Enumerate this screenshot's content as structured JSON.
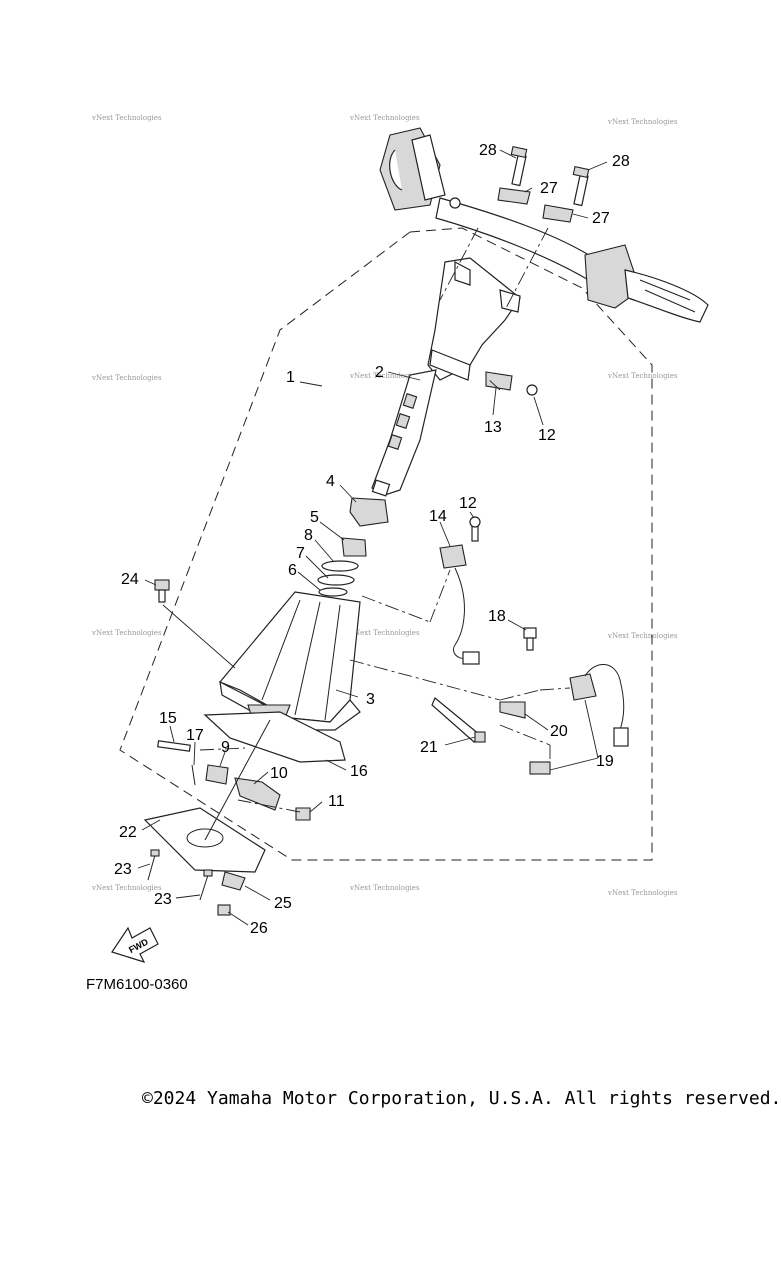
{
  "watermark": "vNext Technologies",
  "callouts": {
    "c1": "1",
    "c2": "2",
    "c3": "3",
    "c4": "4",
    "c5": "5",
    "c6": "6",
    "c7": "7",
    "c8": "8",
    "c9": "9",
    "c10": "10",
    "c11": "11",
    "c12a": "12",
    "c12b": "12",
    "c13": "13",
    "c14": "14",
    "c15": "15",
    "c16": "16",
    "c17": "17",
    "c18": "18",
    "c19": "19",
    "c20": "20",
    "c21": "21",
    "c22": "22",
    "c23a": "23",
    "c23b": "23",
    "c24": "24",
    "c25": "25",
    "c26": "26",
    "c27a": "27",
    "c27b": "27",
    "c28a": "28",
    "c28b": "28"
  },
  "fwd_label": "FWD",
  "diagram_code": "F7M6100-0360",
  "copyright": "©2024 Yamaha Motor Corporation, U.S.A. All rights reserved."
}
